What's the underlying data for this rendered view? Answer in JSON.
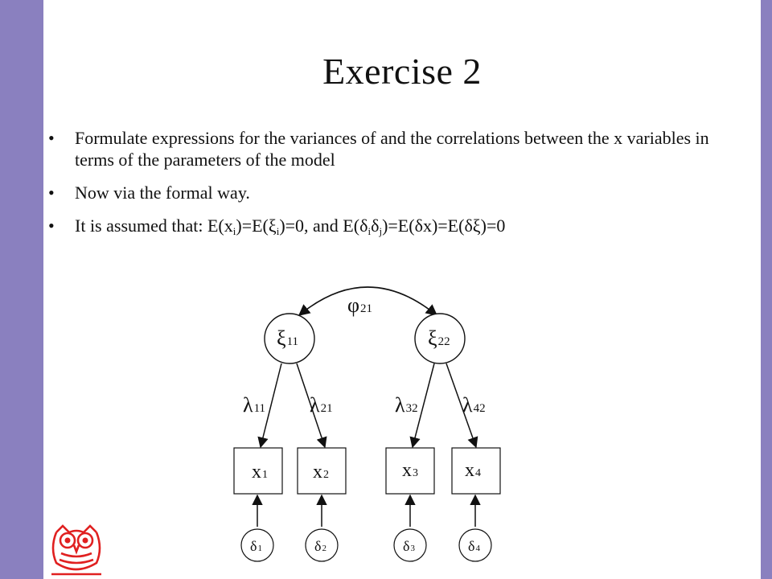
{
  "slide": {
    "title": "Exercise 2",
    "bullet_char": "•",
    "bullets": [
      {
        "text": "Formulate expressions  for the variances of and the correlations between the x variables in terms of the parameters of the model"
      },
      {
        "text": "Now via the formal way."
      },
      {
        "pre": "It is assumed  that: E(x",
        "s1": "i",
        "m1": ")=E(ξ",
        "s2": "i",
        "m2": ")=0, and E(δ",
        "s3": "i",
        "m3": "δ",
        "s4": "j",
        "post": ")=E(δx)=E(δξ)=0"
      }
    ]
  },
  "diagram": {
    "covariance": {
      "symbol": "φ",
      "sub": "21"
    },
    "factors": [
      {
        "symbol": "ξ",
        "sub": "11"
      },
      {
        "symbol": "ξ",
        "sub": "22"
      }
    ],
    "loadings": [
      {
        "symbol": "λ",
        "sub": "11"
      },
      {
        "symbol": "λ",
        "sub": "21"
      },
      {
        "symbol": "λ",
        "sub": "32"
      },
      {
        "symbol": "λ",
        "sub": "42"
      }
    ],
    "indicators": [
      {
        "symbol": "x",
        "sub": "1"
      },
      {
        "symbol": "x",
        "sub": "2"
      },
      {
        "symbol": "x",
        "sub": "3"
      },
      {
        "symbol": "x",
        "sub": "4"
      }
    ],
    "errors": [
      {
        "symbol": "δ",
        "sub": "1"
      },
      {
        "symbol": "δ",
        "sub": "2"
      },
      {
        "symbol": "δ",
        "sub": "3"
      },
      {
        "symbol": "δ",
        "sub": "4"
      }
    ]
  },
  "colors": {
    "sidebar": "#8a80bf",
    "logo": "#e02020"
  }
}
